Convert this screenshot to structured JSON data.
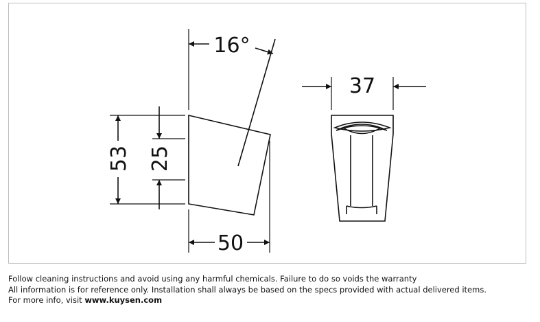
{
  "dimensions": {
    "angle": "16°",
    "width_front": "37",
    "height_total": "53",
    "height_hole": "25",
    "depth": "50"
  },
  "notes": {
    "line1": "Follow cleaning instructions and avoid using any harmful chemicals. Failure to do so voids the warranty",
    "line2": "All information is for reference only. Installation shall always be based on the specs provided with actual delivered items.",
    "line3_prefix": "For more info, visit ",
    "line3_link": "www.kuysen.com"
  }
}
